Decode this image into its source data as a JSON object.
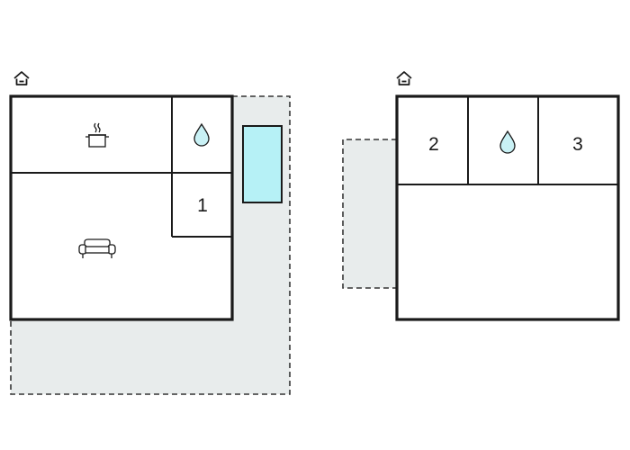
{
  "colors": {
    "wall": "#1a1a1a",
    "outdoor_fill": "#e8ecec",
    "outdoor_dash": "#333333",
    "pool_fill": "#b6f1f6",
    "water_fill": "#c9f1f5"
  },
  "floors": [
    {
      "floor_icon": "house-floor-icon",
      "rooms": [
        {
          "type": "kitchen",
          "icon": "cooking-pot-icon"
        },
        {
          "type": "bathroom",
          "icon": "water-drop-icon"
        },
        {
          "type": "bedroom",
          "label": "1"
        },
        {
          "type": "living-room",
          "icon": "sofa-icon"
        }
      ],
      "outdoor": {
        "type": "terrace",
        "pool": true
      }
    },
    {
      "floor_icon": "house-floor-icon",
      "rooms": [
        {
          "type": "bedroom",
          "label": "2"
        },
        {
          "type": "bathroom",
          "icon": "water-drop-icon"
        },
        {
          "type": "bedroom",
          "label": "3"
        },
        {
          "type": "open-space"
        }
      ],
      "outdoor": {
        "type": "balcony"
      }
    }
  ]
}
